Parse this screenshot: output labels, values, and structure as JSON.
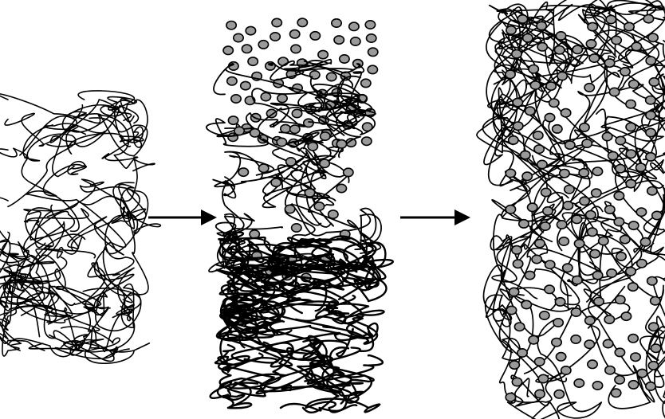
{
  "diagram": {
    "stages": [
      {
        "id": "stage-1",
        "state": "entangled-chains",
        "particles": 0
      },
      {
        "id": "stage-2",
        "state": "partially-filled-chains",
        "particles": "many"
      },
      {
        "id": "stage-3",
        "state": "expanded-chains-with-particles",
        "particles": "many"
      }
    ],
    "arrows": [
      {
        "from": "stage-1",
        "to": "stage-2"
      },
      {
        "from": "stage-2",
        "to": "stage-3"
      }
    ],
    "colors": {
      "background": "#ffffff",
      "line": "#000000",
      "particle_fill": "#9a9a9a",
      "particle_stroke": "#000000"
    }
  }
}
